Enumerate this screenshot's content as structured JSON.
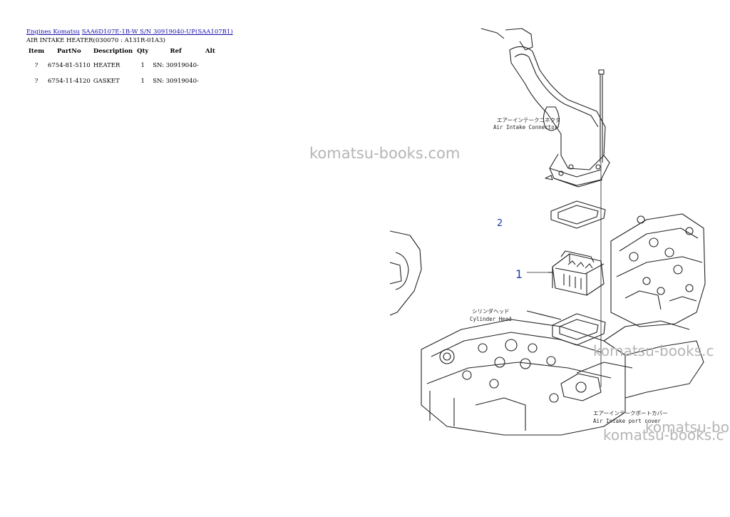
{
  "breadcrumb": {
    "link1": "Engines Komatsu",
    "link2": "SAA6D107E-1B-W S/N 30919040-UP(SAA107B1)"
  },
  "subtitle": "AIR INTAKE HEATER(030070 : A131R-01A3)",
  "table": {
    "headers": [
      "Item",
      "PartNo",
      "Description",
      "Qty",
      "Ref",
      "Alt"
    ],
    "rows": [
      [
        "?",
        "6754-81-5110",
        "HEATER",
        "1",
        "SN: 30919040-",
        ""
      ],
      [
        "?",
        "6754-11-4120",
        "GASKET",
        "1",
        "SN: 30919040-",
        ""
      ]
    ]
  },
  "diagram": {
    "callouts": [
      "1",
      "2"
    ],
    "labels": {
      "connector_jp": "エアーインテークコネクタ",
      "connector_en": "Air Intake Connector",
      "head_jp": "シリンダヘッド",
      "head_en": "Cylinder Head",
      "cover_jp": "エアーインテークポートカバー",
      "cover_en": "Air Intake port cover"
    }
  },
  "watermarks": [
    "komatsu-books.com",
    "komatsu-books.c",
    "komatsu-bo",
    "komatsu-books.c"
  ]
}
